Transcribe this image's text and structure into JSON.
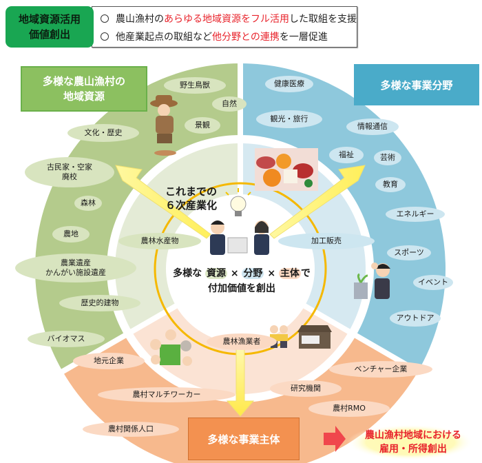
{
  "header": {
    "badge_line1": "地域資源活用",
    "badge_line2": "価値創出",
    "badge_color": "#19a652",
    "lines": [
      {
        "pre": "農山漁村の",
        "highlight": "あらゆる地域資源をフル活用",
        "post": "した取組を支援"
      },
      {
        "pre": "他産業起点の取組など",
        "highlight": "他分野との連携",
        "post": "を一層促進"
      }
    ],
    "highlight_color": "#e8232b"
  },
  "sectors": {
    "resources": {
      "title_line1": "多様な農山漁村の",
      "title_line2": "地域資源",
      "color": "#b4cb8c",
      "title_color": "#8cc060",
      "outer_items": [
        "野生鳥獣",
        "自然",
        "景観",
        "文化・歴史",
        "古民家・空家",
        "廃校",
        "森林",
        "農地",
        "農業遺産",
        "かんがい施設遺産",
        "歴史的建物",
        "バイオマス"
      ],
      "inner_item": "農林水産物"
    },
    "fields": {
      "title": "多様な事業分野",
      "color": "#8ec8dc",
      "title_color": "#4aabc9",
      "outer_items": [
        "健康医療",
        "観光・旅行",
        "情報通信",
        "福祉",
        "芸術",
        "教育",
        "エネルギー",
        "スポーツ",
        "イベント",
        "アウトドア"
      ],
      "inner_item": "加工販売"
    },
    "actors": {
      "title": "多様な事業主体",
      "color": "#f7b98d",
      "title_color": "#f39150",
      "outer_items": [
        "地元企業",
        "農村マルチワーカー",
        "農村関係人口",
        "ベンチャー企業",
        "研究機関",
        "農村RMO"
      ],
      "inner_item": "農林漁業者"
    }
  },
  "center": {
    "label_line1": "これまでの",
    "label_line2": "６次産業化",
    "formula_prefix": "多様な",
    "formula_resource": "資源",
    "formula_times1": "×",
    "formula_field": "分野",
    "formula_times2": "×",
    "formula_actor": "主体",
    "formula_suffix": "で",
    "formula_line2": "付加価値を創出"
  },
  "outcome": {
    "line1": "農山漁村地域における",
    "line2": "雇用・所得創出",
    "color": "#e8232b"
  }
}
